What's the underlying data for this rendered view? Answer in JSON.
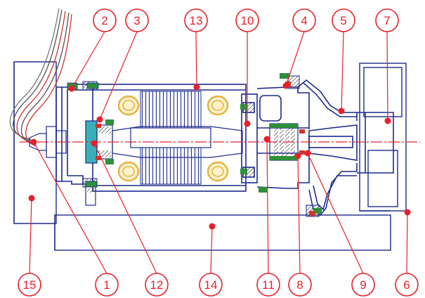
{
  "diagram": {
    "colors": {
      "outline": "#1c2a8c",
      "callout": "#e8202a",
      "centerline": "#e8202a",
      "coil": "#e8b13a",
      "hub": "#39b0b8",
      "bearing_green": "#2f8f3a",
      "bearing_red": "#d0352e",
      "hatch": "#3a3a3a"
    },
    "callouts": [
      {
        "id": "c1",
        "label": "1"
      },
      {
        "id": "c2",
        "label": "2"
      },
      {
        "id": "c3",
        "label": "3"
      },
      {
        "id": "c4",
        "label": "4"
      },
      {
        "id": "c5",
        "label": "5"
      },
      {
        "id": "c6",
        "label": "6"
      },
      {
        "id": "c7",
        "label": "7"
      },
      {
        "id": "c8",
        "label": "8"
      },
      {
        "id": "c9",
        "label": "9"
      },
      {
        "id": "c10",
        "label": "10"
      },
      {
        "id": "c11",
        "label": "11"
      },
      {
        "id": "c12",
        "label": "12"
      },
      {
        "id": "c13",
        "label": "13"
      },
      {
        "id": "c14",
        "label": "14"
      },
      {
        "id": "c15",
        "label": "15"
      }
    ]
  }
}
